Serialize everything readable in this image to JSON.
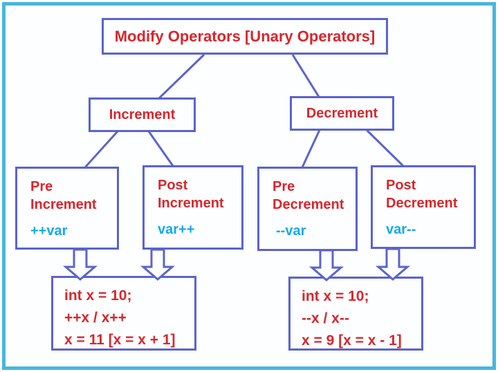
{
  "diagram": {
    "title": "Modify Operators [Unary Operators]",
    "branches": [
      {
        "label": "Increment"
      },
      {
        "label": "Decrement"
      }
    ],
    "leaves": [
      {
        "line1": "Pre",
        "line2": "Increment",
        "syntax": "++var"
      },
      {
        "line1": "Post",
        "line2": "Increment",
        "syntax": "var++"
      },
      {
        "line1": "Pre",
        "line2": "Decrement",
        "syntax": "--var"
      },
      {
        "line1": "Post",
        "line2": "Decrement",
        "syntax": "var--"
      }
    ],
    "examples": [
      {
        "line1": "int x = 10;",
        "line2": "++x / x++",
        "line3": "x = 11 [x = x + 1]"
      },
      {
        "line1": "int x = 10;",
        "line2": "--x / x--",
        "line3": "x = 9 [x = x - 1]"
      }
    ],
    "colors": {
      "frame": "#47b6dd",
      "box_border": "#5b63cc",
      "text_red": "#d8262c",
      "text_cyan": "#15a9e8",
      "background": "#fdfeff"
    }
  }
}
